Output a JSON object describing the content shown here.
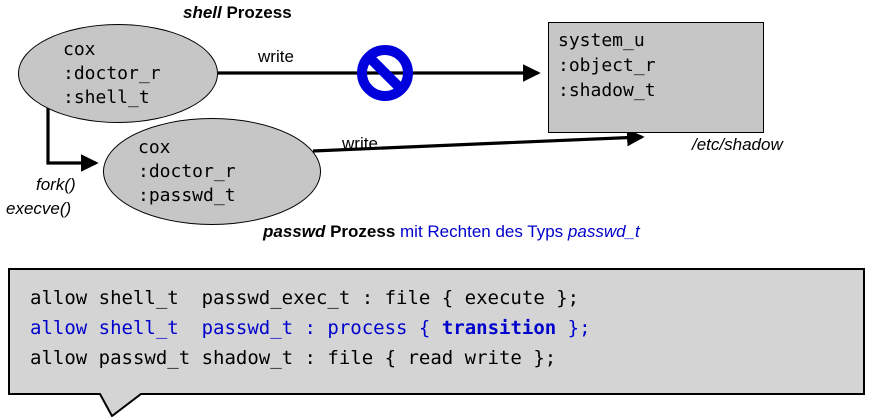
{
  "diagram": {
    "shell_process": {
      "title": {
        "italic": "shell",
        "bold": " Prozess"
      },
      "lines": [
        "cox",
        ":doctor_r",
        ":shell_t"
      ]
    },
    "passwd_process": {
      "lines": [
        "cox",
        ":doctor_r",
        ":passwd_t"
      ],
      "caption": {
        "name_italic": "passwd",
        "name_bold": " Prozess",
        "middle": " mit Rechten des Typs ",
        "type_italic": "passwd_t"
      }
    },
    "shadow_file": {
      "lines": [
        "system_u",
        ":object_r",
        ":shadow_t"
      ],
      "path_label": "/etc/shadow"
    },
    "labels": {
      "write_top": "write",
      "write_bottom": "write",
      "fork": "fork()",
      "execve": "execve()"
    },
    "colors": {
      "type_highlight": "#0000cc",
      "node_fill": "#c6c6c6",
      "prohibition_sign": "#0000dd",
      "code_box_fill": "#d4d4d4"
    }
  },
  "code_box": {
    "lines": [
      {
        "text": "allow shell_t  passwd_exec_t : file { execute };"
      },
      {
        "prefix": "allow shell_t  passwd_t : process { ",
        "bold": "transition",
        "suffix": " };"
      },
      {
        "text": "allow passwd_t shadow_t : file { read write };"
      }
    ]
  }
}
